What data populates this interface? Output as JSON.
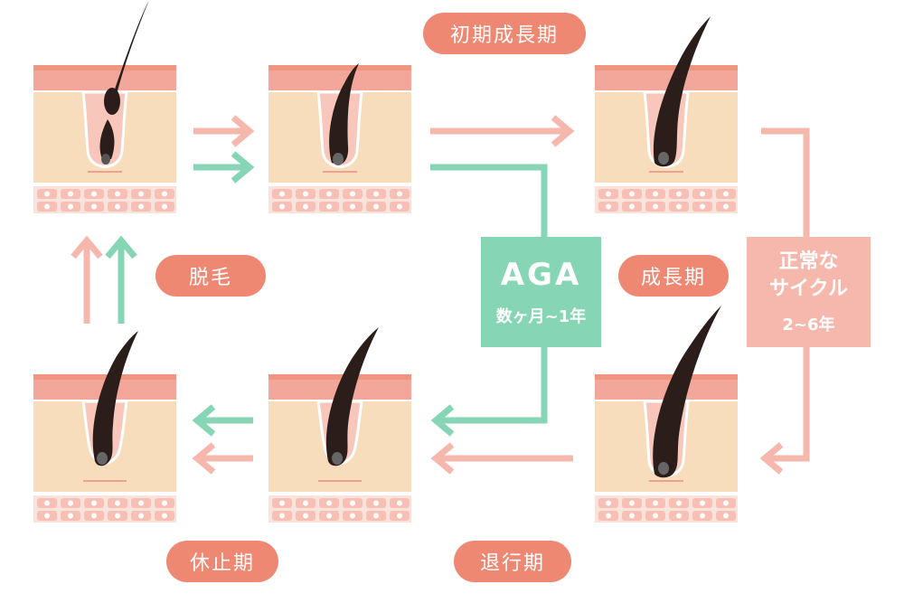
{
  "colors": {
    "salmon_pill": "#ee8872",
    "pink_arrow": "#f6b8ad",
    "green_arrow": "#86d6b5",
    "skin_top": "#f3a79a",
    "skin_mid": "#f8c6bb",
    "dermis": "#f8ddbd",
    "hair": "#2a1d1a",
    "cells": "#f8c0b5"
  },
  "phases": {
    "early_growth": "初期成長期",
    "growth": "成長期",
    "regression": "退行期",
    "resting": "休止期",
    "shedding": "脱毛"
  },
  "aga": {
    "title": "AGA",
    "duration": "数ヶ月~1年"
  },
  "normal_cycle": {
    "line1": "正常な",
    "line2": "サイクル",
    "duration": "2~6年"
  }
}
